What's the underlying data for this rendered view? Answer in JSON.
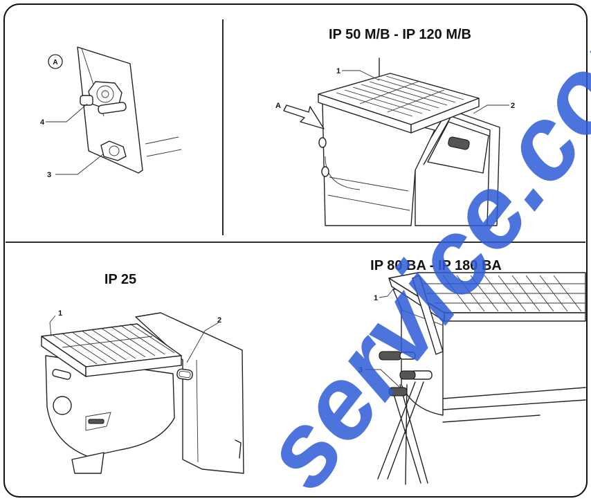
{
  "titles": {
    "top_right": "IP 50 M/B - IP 120 M/B",
    "bottom_left": "IP 25",
    "bottom_right": "IP 80 BA - IP 180 BA"
  },
  "callouts": {
    "detail_mark": "A",
    "arrow_a": "A",
    "c1": "1",
    "c2": "2",
    "c3": "3",
    "c4": "4"
  },
  "watermark": "service.com",
  "colors": {
    "frame": "#111111",
    "watermark": "#2f5bd8"
  }
}
